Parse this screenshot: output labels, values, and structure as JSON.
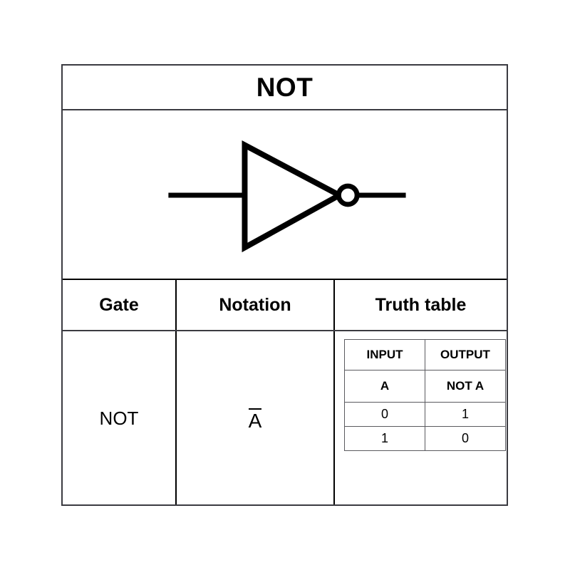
{
  "card": {
    "title": "NOT",
    "symbol": {
      "icon_name": "not-gate-inverter-symbol",
      "description": "Triangle with inversion bubble at output"
    },
    "headers": [
      {
        "key": "gate",
        "label": "Gate"
      },
      {
        "key": "notation",
        "label": "Notation"
      },
      {
        "key": "truth_table",
        "label": "Truth table"
      }
    ],
    "gate_name": "NOT",
    "notation": {
      "base": "A",
      "overline": true,
      "display": "A̅"
    },
    "truth_table": {
      "group_headers": [
        "INPUT",
        "OUTPUT"
      ],
      "column_headers": [
        "A",
        "NOT A"
      ],
      "rows": [
        [
          "0",
          "1"
        ],
        [
          "1",
          "0"
        ]
      ]
    }
  },
  "colors": {
    "background": "#ffffff",
    "ink": "#000000",
    "frame": "#3b3b41",
    "grid": "#5a5a5f"
  }
}
